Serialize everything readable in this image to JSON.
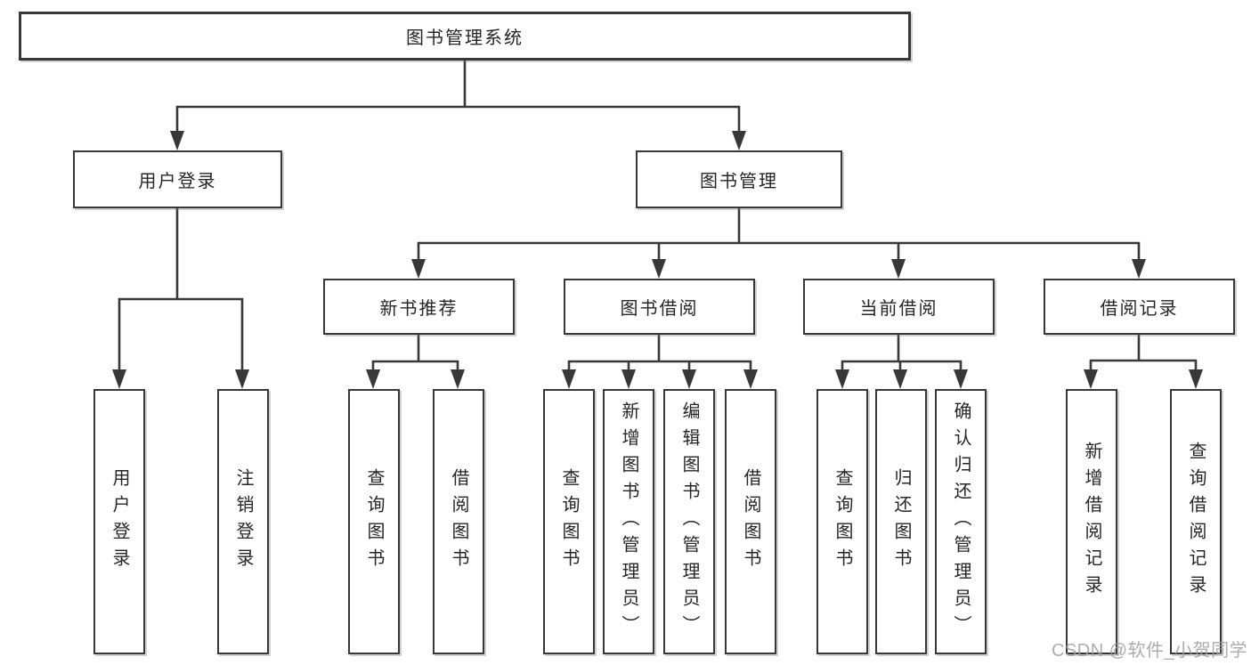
{
  "nodes": {
    "root": {
      "label": "图书管理系统"
    },
    "level2": [
      {
        "label": "用户登录"
      },
      {
        "label": "图书管理"
      }
    ],
    "level3": [
      {
        "label": "新书推荐"
      },
      {
        "label": "图书借阅"
      },
      {
        "label": "当前借阅"
      },
      {
        "label": "借阅记录"
      }
    ],
    "leaves": {
      "user_login": [
        {
          "label": "用户登录"
        },
        {
          "label": "注销登录"
        }
      ],
      "new_book_recommend": [
        {
          "label": "查询图书"
        },
        {
          "label": "借阅图书"
        }
      ],
      "book_borrow": [
        {
          "label": "查询图书"
        },
        {
          "label": "新增图书（管理员）"
        },
        {
          "label": "编辑图书（管理员）"
        },
        {
          "label": "借阅图书"
        }
      ],
      "current_borrow": [
        {
          "label": "查询图书"
        },
        {
          "label": "归还图书"
        },
        {
          "label": "确认归还（管理员）"
        }
      ],
      "borrow_records": [
        {
          "label": "新增借阅记录"
        },
        {
          "label": "查询借阅记录"
        }
      ]
    }
  },
  "watermark": {
    "text": "CSDN @软件_小贺同学"
  },
  "colors": {
    "line": "#383838",
    "box_border": "#383838",
    "text": "#262626",
    "background": "#ffffff",
    "watermark": "#9e9e9e"
  }
}
